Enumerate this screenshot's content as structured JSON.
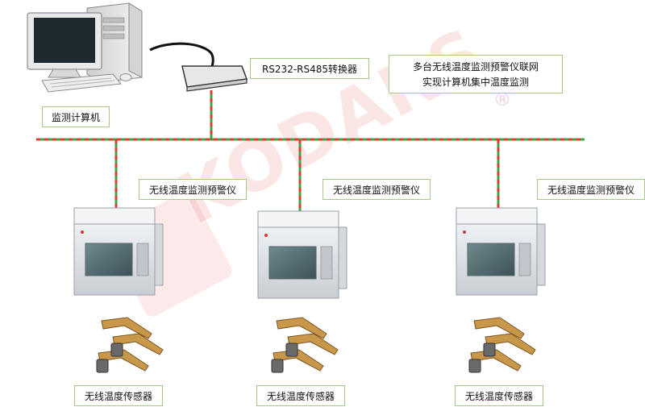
{
  "labels": {
    "computer": "监测计算机",
    "converter": "RS232-RS485转换器",
    "network_line1": "多台无线温度监测预警仪联网",
    "network_line2": "实现计算机集中温度监测",
    "monitor_1": "无线温度监测预警仪",
    "monitor_2": "无线温度监测预警仪",
    "monitor_3": "无线温度监测预警仪",
    "sensor_1": "无线温度传感器",
    "sensor_2": "无线温度传感器",
    "sensor_3": "无线温度传感器"
  },
  "watermark": "KODARS",
  "registered_mark": "®",
  "colors": {
    "cable_red": "#e23b2e",
    "cable_green": "#3aa64a",
    "label_border": "#a7c98a",
    "watermark": "#e84a4a",
    "sensor": "#c8974a"
  },
  "icons": [
    "desktop-computer-icon",
    "rs232-rs485-converter-icon",
    "temperature-monitor-device-icon",
    "wireless-sensor-icon"
  ]
}
